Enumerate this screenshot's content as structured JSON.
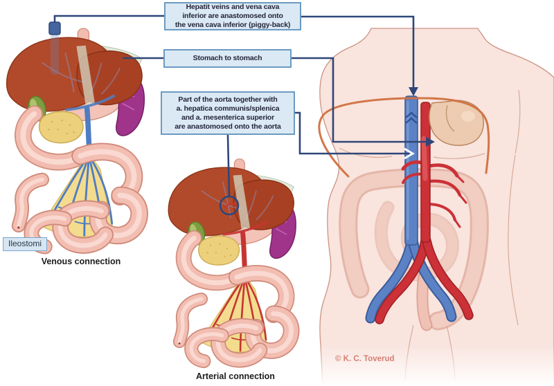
{
  "figure": {
    "callouts": [
      {
        "id": "hepatic-veins",
        "lines": [
          "Hepatit veins and vena cava",
          "inferior are anastomosed onto",
          "the vena cava inferior (piggy-back)"
        ]
      },
      {
        "id": "stomach",
        "lines": [
          "Stomach to stomach"
        ]
      },
      {
        "id": "aorta",
        "lines": [
          "Part of the aorta together with",
          "a. hepatica communis/splenica",
          "and a. mesenterica superior",
          "are anastomosed onto the aorta"
        ]
      }
    ],
    "labels": {
      "ileostomy": "Ileostomi",
      "venous_caption": "Venous connection",
      "arterial_caption": "Arterial connection",
      "credit": "© K. C. Toverud"
    },
    "colors": {
      "callout_fill": "#dbe9f4",
      "callout_border": "#6b9ac2",
      "connector_navy": "#2e4679",
      "vein_blue": "#5b82c4",
      "artery_red": "#cb3137",
      "skin": "#f9e4de",
      "liver": "#b14a2a",
      "spleen": "#a0338a",
      "gallbladder": "#7e9c40",
      "pancreas": "#ecd07c",
      "mesentery": "#f3dc8e",
      "intestine": "#f3beb2",
      "stomach_graft": "#edcbb0",
      "orange_tube": "#d0703e",
      "credit_text": "#d57f70"
    }
  }
}
